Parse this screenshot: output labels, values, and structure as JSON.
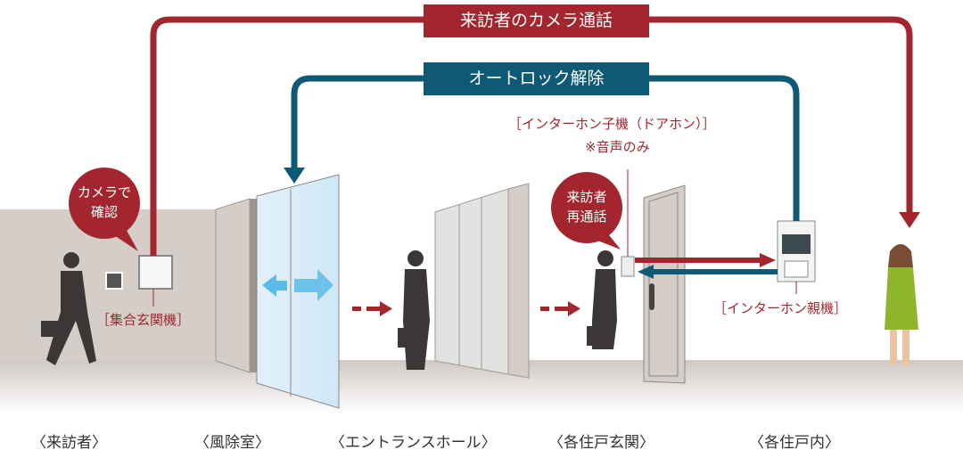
{
  "colors": {
    "red": "#a3262f",
    "teal": "#0e5a76",
    "wall": "#d4cdc8"
  },
  "flows": {
    "camera_call": "来訪者のカメラ通話",
    "autolock_release": "オートロック解除"
  },
  "devices": {
    "entrance_unit": "［集合玄関機］",
    "door_phone": "［インターホン子機（ドアホン）］",
    "door_phone_note": "※音声のみ",
    "master_unit": "［インターホン親機］"
  },
  "bubbles": {
    "check_camera": [
      "カメラで",
      "確認"
    ],
    "recall": [
      "来訪者",
      "再通話"
    ]
  },
  "locations": [
    "〈来訪者〉",
    "〈風除室〉",
    "〈エントランスホール〉",
    "〈各住戸玄関〉",
    "〈各住戸内〉"
  ]
}
